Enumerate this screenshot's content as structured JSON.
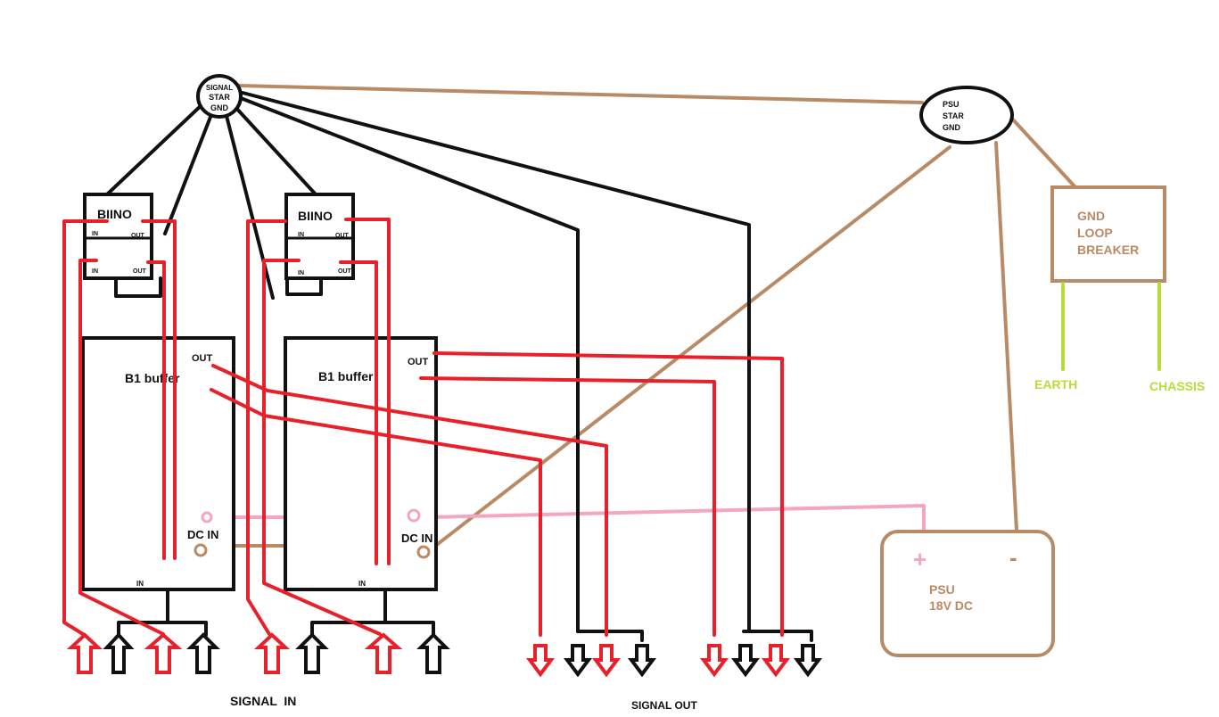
{
  "labels": {
    "signal_star_gnd": [
      "SIGNAL",
      "STAR",
      "GND"
    ],
    "psu_star_gnd": [
      "PSU",
      "STAR",
      "GND"
    ],
    "biino": "BIINO",
    "port_in": "IN",
    "port_out": "OUT",
    "buffer_name": "B1 buffer",
    "buffer_out": "OUT",
    "buffer_in": "IN",
    "dc_in": "DC IN",
    "gnd_loop_breaker": [
      "GND",
      "LOOP",
      "BREAKER"
    ],
    "earth": "EARTH",
    "chassis": "CHASSIS",
    "psu": [
      "PSU",
      "18V DC"
    ],
    "psu_plus": "+",
    "psu_minus": "-",
    "signal_in": "SIGNAL  IN",
    "signal_out": "SIGNAL OUT"
  },
  "colors": {
    "signal_wire": "#e8202a",
    "ground_wire": "#111111",
    "power_ground_wire": "#b98a66",
    "power_positive_wire": "#f4a6c0",
    "earth_wire": "#b8dc3a"
  }
}
